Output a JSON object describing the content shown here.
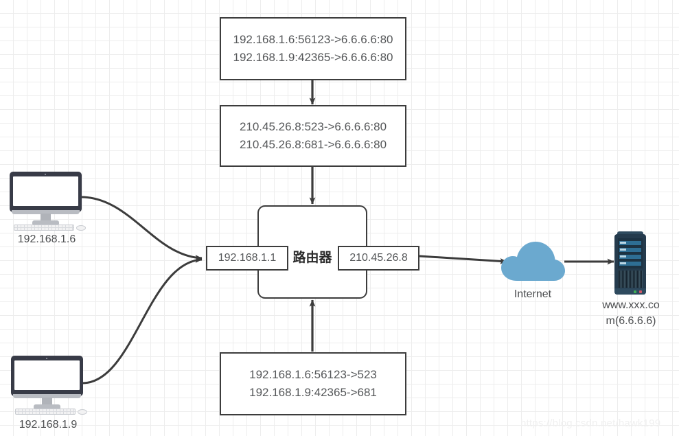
{
  "diagram": {
    "title": "NAT port translation network diagram",
    "colors": {
      "stroke": "#3c3c3c",
      "text": "#555759",
      "cloud": "#6ba9cf",
      "server_body": "#253b4d",
      "grid": "#ededed"
    }
  },
  "notes": {
    "top": {
      "line1": "192.168.1.6:56123->6.6.6.6:80",
      "line2": "192.168.1.9:42365->6.6.6.6:80"
    },
    "middle": {
      "line1": "210.45.26.8:523->6.6.6.6:80",
      "line2": "210.45.26.8:681->6.6.6.6:80"
    },
    "bottom": {
      "line1": "192.168.1.6:56123->523",
      "line2": "192.168.1.9:42365->681"
    }
  },
  "router": {
    "label": "路由器",
    "lan_interface": "192.168.1.1",
    "wan_interface": "210.45.26.8"
  },
  "hosts": [
    {
      "label": "192.168.1.6",
      "icon": "desktop-computer-icon"
    },
    {
      "label": "192.168.1.9",
      "icon": "desktop-computer-icon"
    }
  ],
  "cloud": {
    "label": "Internet",
    "icon": "cloud-icon"
  },
  "server": {
    "label_line1": "www.xxx.co",
    "label_line2": "m(6.6.6.6)",
    "icon": "server-tower-icon"
  },
  "watermark": {
    "text": "https://blog.csdn.net/hawk199"
  }
}
